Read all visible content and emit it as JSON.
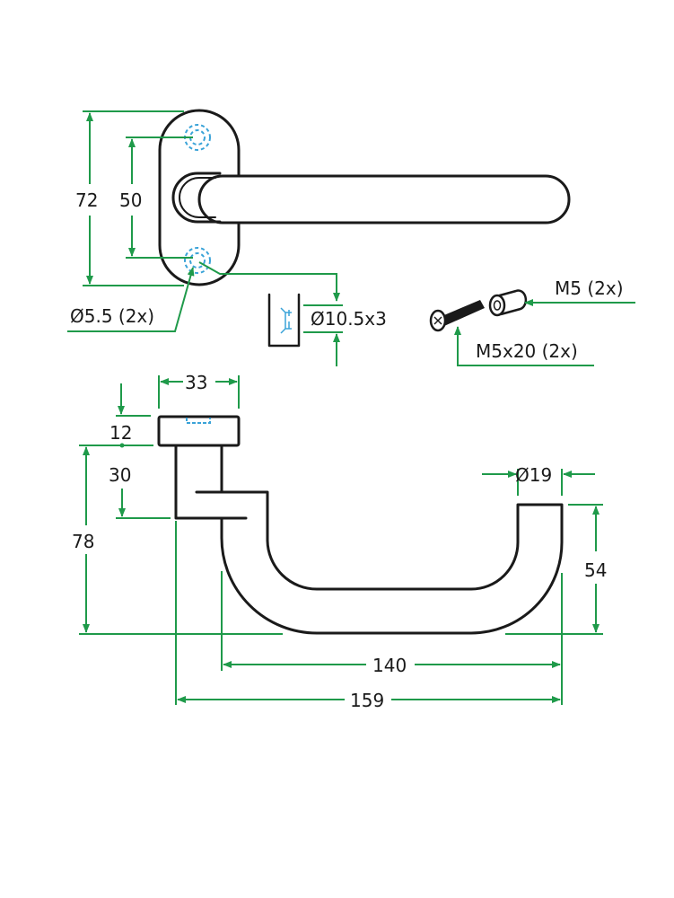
{
  "diagram": {
    "title": "Door lever handle on oval rose - dimension drawing",
    "colors": {
      "outline": "#1a1a1a",
      "dimension": "#1f9a4a",
      "hidden_hole": "#3aa3d8"
    },
    "top_view": {
      "dims": {
        "rose_height": "72",
        "hole_spacing": "50",
        "hole_diameter": "Ø5.5 (2x)",
        "countersink": "Ø10.5x3"
      }
    },
    "hardware": {
      "screw": "M5x20 (2x)",
      "nut": "M5 (2x)"
    },
    "side_view": {
      "dims": {
        "rose_width": "33",
        "rose_thickness": "12",
        "neck_height": "30",
        "total_height": "78",
        "grip_diameter": "Ø19",
        "grip_drop": "54",
        "grip_length": "140",
        "total_length": "159"
      }
    }
  }
}
